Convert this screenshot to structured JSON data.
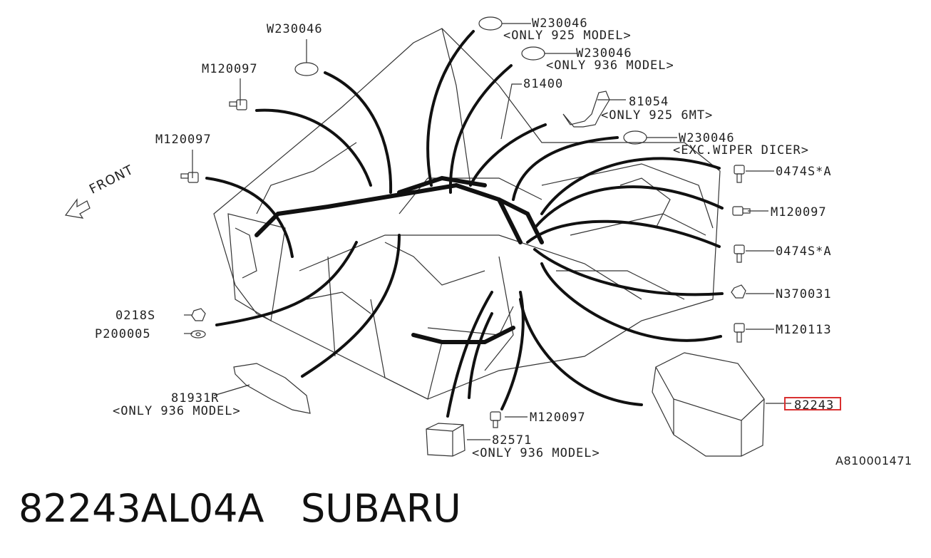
{
  "labels": {
    "w230046_a": "W230046",
    "w230046_b": "W230046",
    "w230046_b_note": "<ONLY 925 MODEL>",
    "w230046_c": "W230046",
    "w230046_c_note": "<ONLY 936 MODEL>",
    "w230046_d": "W230046",
    "w230046_d_note": "<EXC.WIPER DICER>",
    "p81400": "81400",
    "p81054": "81054",
    "p81054_note": "<ONLY 925 6MT>",
    "m120097_a": "M120097",
    "m120097_b": "M120097",
    "m120097_c": "M120097",
    "m120097_d": "M120097",
    "s0474_a": "0474S*A",
    "s0474_b": "0474S*A",
    "n370031": "N370031",
    "m120113": "M120113",
    "s0218": "0218S",
    "p200005": "P200005",
    "p81931r": "81931R",
    "p81931r_note": "<ONLY 936 MODEL>",
    "p82571": "82571",
    "p82571_note": "<ONLY 936 MODEL>",
    "p82243": "82243",
    "front": "FRONT",
    "figure_code": "A810001471"
  },
  "caption": "82243AL04A   SUBARU",
  "colors": {
    "line": "#222222",
    "highlight": "#d93030"
  }
}
